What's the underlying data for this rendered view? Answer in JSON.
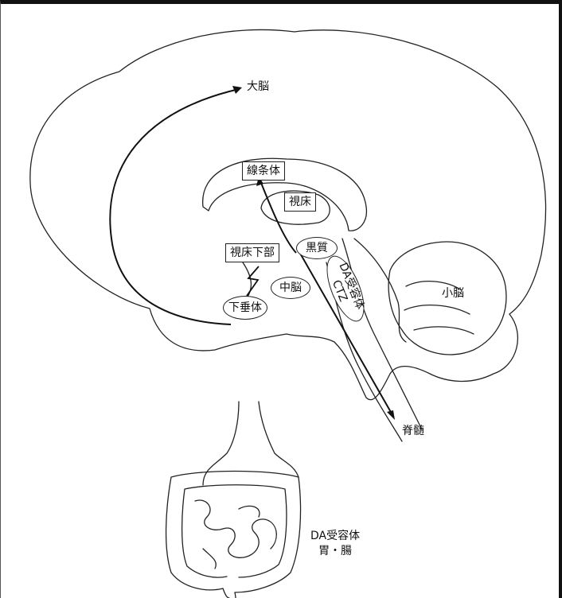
{
  "labels": {
    "cerebrum": "大脳",
    "striatum": "線条体",
    "thalamus": "視床",
    "hypothalamus": "視床下部",
    "substantia_nigra": "黒質",
    "midbrain": "中脳",
    "pituitary": "下垂体",
    "da_receptor_ctz_line1": "DA受容体",
    "da_receptor_ctz_line2": "CTZ",
    "cerebellum": "小脳",
    "spinal_cord": "脊髄",
    "da_receptor_gi_line1": "DA受容体",
    "da_receptor_gi_line2": "胃・腸"
  }
}
